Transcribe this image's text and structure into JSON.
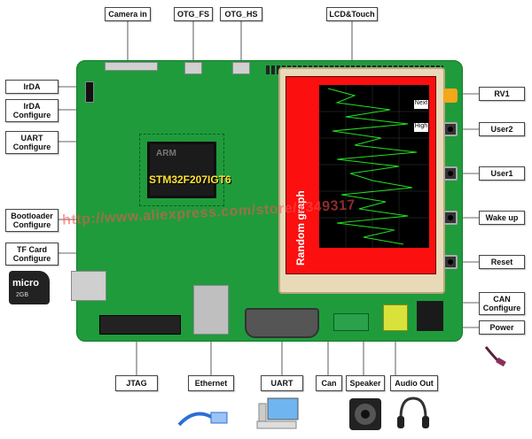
{
  "labels": {
    "camera_in": "Camera in",
    "otg_fs": "OTG_FS",
    "otg_hs": "OTG_HS",
    "lcd_touch": "LCD&Touch",
    "irda": "IrDA",
    "irda_configure": "IrDA\nConfigure",
    "uart_configure": "UART\nConfigure",
    "bootloader_configure": "Bootloader\nConfigure",
    "tf_card_configure": "TF Card\nConfigure",
    "rv1": "RV1",
    "user2": "User2",
    "user1": "User1",
    "wake_up": "Wake up",
    "reset": "Reset",
    "can_configure": "CAN\nConfigure",
    "power": "Power",
    "jtag": "JTAG",
    "ethernet": "Ethernet",
    "uart": "UART",
    "can": "Can",
    "speaker": "Speaker",
    "audio_out": "Audio Out"
  },
  "board": {
    "chip_name": "STM32F207IGT6",
    "chip_logo": "ARM"
  },
  "lcd": {
    "title": "Random graph",
    "button_high": "High",
    "button_next": "Next"
  },
  "sdcard": {
    "brand": "micro",
    "capacity": "2GB"
  },
  "watermark": "http://www.aliexpress.com/store/1349317",
  "colors": {
    "pcb": "#1f9b3c",
    "lcd_red": "#fb0f0f",
    "chip_text": "#ffe233"
  }
}
